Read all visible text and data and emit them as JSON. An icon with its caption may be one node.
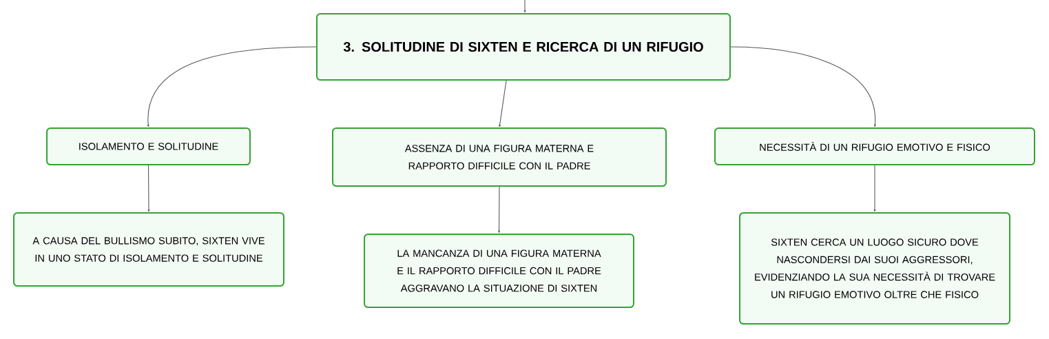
{
  "diagram": {
    "nodes": [
      {
        "text": [
          "3. SOLITUDINE DI SIXTEN E RICERCA DI UN RIFUGIO"
        ]
      },
      {
        "text": [
          "ISOLAMENTO E SOLITUDINE"
        ]
      },
      {
        "text": [
          "ASSENZA DI UNA FIGURA MATERNA E RAPPORTO DIFFICILE CON IL PADRE"
        ]
      },
      {
        "text": [
          "NECESSITÀ DI UN RIFUGIO EMOTIVO E FISICO"
        ]
      },
      {
        "text": [
          "A CAUSA DEL BULLISMO SUBITO, SIXTEN VIVE IN UNO STATO DI ISOLAMENTO E SOLITUDINE"
        ]
      },
      {
        "text": [
          "LA MANCANZA DI UNA FIGURA MATERNA E IL RAPPORTO DIFFICILE CON IL PADRE AGGRAVANO LA SITUAZIONE DI SIXTEN"
        ]
      },
      {
        "text": [
          "SIXTEN CERCA UN LUOGO SICURO DOVE NASCONDERSI DAI SUOI AGGRESSORI, EVIDENZIANDO LA SUA NECESSITÀ DI TROVARE UN RIFUGIO EMOTIVO OLTRE CHE FISICO"
        ]
      }
    ],
    "edges": [
      {
        "from": null,
        "to": 0,
        "arrow": "to"
      },
      {
        "from": 0,
        "to": 1,
        "arrow": "to"
      },
      {
        "from": 0,
        "to": 2,
        "arrow": "to"
      },
      {
        "from": 0,
        "to": 3,
        "arrow": "to"
      },
      {
        "from": 1,
        "to": 4,
        "arrow": "to"
      },
      {
        "from": 2,
        "to": 5,
        "arrow": "to"
      },
      {
        "from": 3,
        "to": 6,
        "arrow": "to"
      }
    ]
  }
}
